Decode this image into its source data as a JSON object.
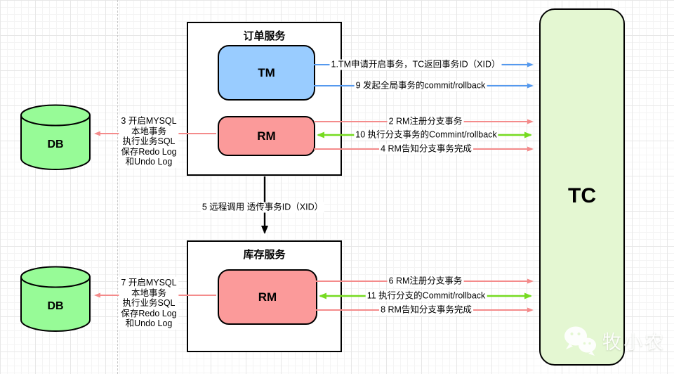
{
  "order_service": {
    "title": "订单服务",
    "tm_label": "TM",
    "rm_label": "RM"
  },
  "inventory_service": {
    "title": "库存服务",
    "rm_label": "RM"
  },
  "tc": {
    "label": "TC"
  },
  "db_top": {
    "label": "DB"
  },
  "db_bottom": {
    "label": "DB"
  },
  "arrows": {
    "a1": "1.TM申请开启事务，TC返回事务ID（XID）",
    "a9": "9 发起全局事务的commit/rollback",
    "a2": "2 RM注册分支事务",
    "a10": "10 执行分支事务的Commint/rollback",
    "a4": "4 RM告知分支事务完成",
    "a3_lines": [
      "3 开启MYSQL",
      "本地事务",
      "执行业务SQL",
      "保存Redo Log",
      "和Undo Log"
    ],
    "a5": "5 远程调用 透传事务ID（XID）",
    "a6": "6 RM注册分支事务",
    "a11": "11 执行分支的Commit/rollback",
    "a8": "8 RM告知分支事务完成",
    "a7_lines": [
      "7 开启MYSQL",
      "本地事务",
      "执行业务SQL",
      "保存Redo Log",
      "和Undo Log"
    ]
  },
  "watermark": {
    "text": "牧小农",
    "icon": "wechat-icon"
  },
  "colors": {
    "tm_fill": "#99CCFF",
    "rm_fill": "#FB9A9A",
    "db_fill": "#97FB97",
    "tc_fill": "#E4F7D2",
    "arrow_blue": "#5599EE",
    "arrow_pink": "#F48B8B",
    "arrow_green": "#76DB21",
    "arrow_black": "#000000"
  }
}
